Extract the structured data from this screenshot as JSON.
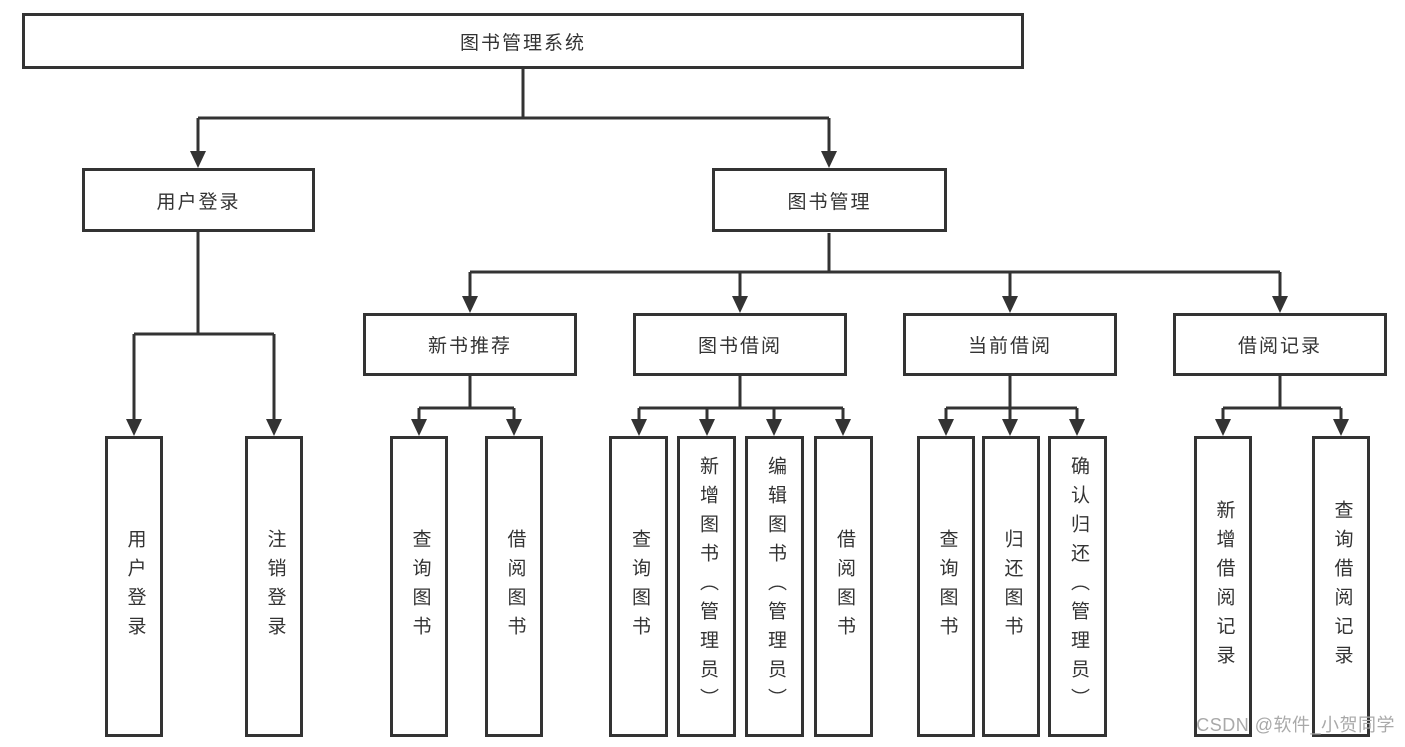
{
  "tree": {
    "root_label": "图书管理系统",
    "branches": [
      {
        "label": "用户登录",
        "leaves": [
          "用户登录",
          "注销登录"
        ]
      },
      {
        "label": "图书管理",
        "sections": [
          {
            "label": "新书推荐",
            "leaves": [
              "查询图书",
              "借阅图书"
            ]
          },
          {
            "label": "图书借阅",
            "leaves": [
              "查询图书",
              "新增图书（管理员）",
              "编辑图书（管理员）",
              "借阅图书"
            ]
          },
          {
            "label": "当前借阅",
            "leaves": [
              "查询图书",
              "归还图书",
              "确认归还（管理员）"
            ]
          },
          {
            "label": "借阅记录",
            "leaves": [
              "新增借阅记录",
              "查询借阅记录"
            ]
          }
        ]
      }
    ]
  },
  "watermark": "CSDN @软件_小贺同学",
  "colors": {
    "line": "#333333",
    "text": "#333333",
    "watermark": "#a9a9a9",
    "background": "#ffffff"
  }
}
